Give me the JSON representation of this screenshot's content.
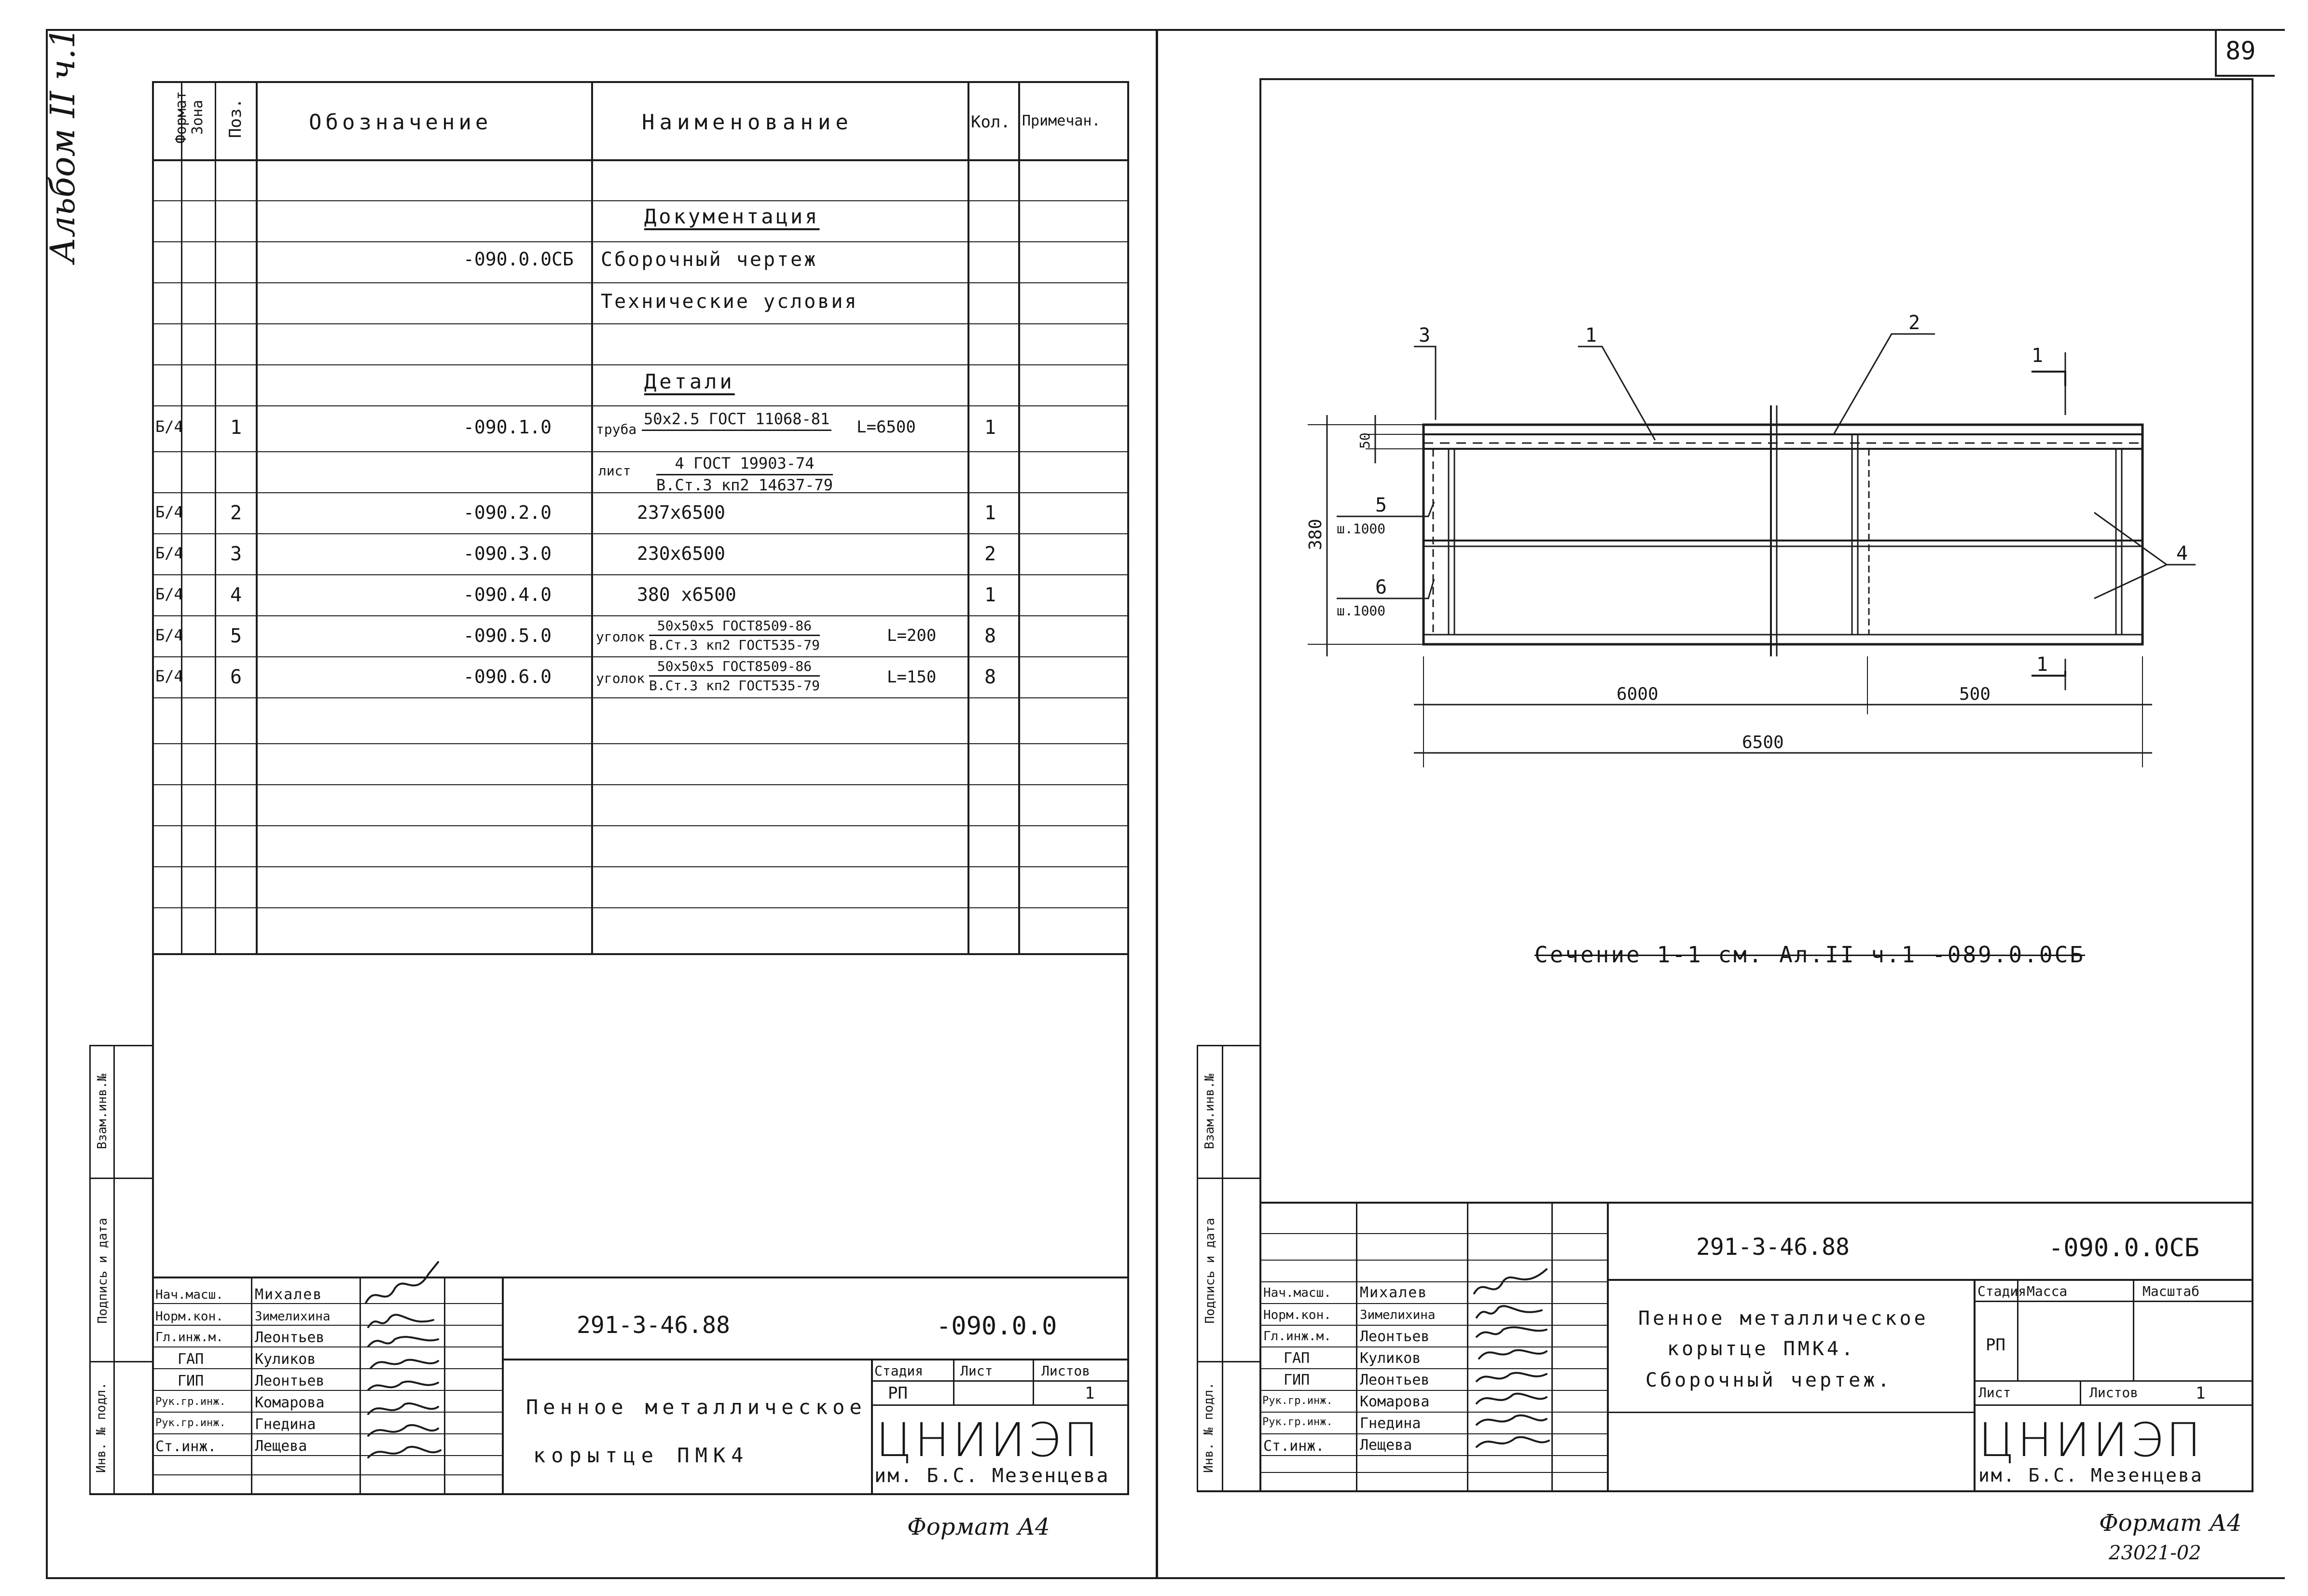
{
  "page_number": "89",
  "album_label": "Альбом II ч.1",
  "stamp_number": "23021-02",
  "left_sheet": {
    "spec_headers": {
      "format": "Формат",
      "zone": "Зона",
      "pos": "Поз.",
      "designation": "Обозначение",
      "name": "Наименование",
      "qty": "Кол.",
      "note": "Примечан."
    },
    "sections": {
      "documentation": "Документация",
      "details": "Детали"
    },
    "doc_rows": [
      {
        "designation": "-090.0.0СБ",
        "name": "Сборочный чертеж"
      },
      {
        "designation": "",
        "name": "Технические условия"
      }
    ],
    "detail_rows": [
      {
        "format": "Б/4",
        "pos": "1",
        "designation": "-090.1.0",
        "name_prefix": "труба",
        "frac_top": "50x2.5 ГОСТ 11068-81",
        "frac_bottom": "",
        "name_suffix": "L=6500",
        "qty": "1"
      },
      {
        "format": "",
        "pos": "",
        "designation": "",
        "name_prefix": "лист",
        "frac_top": "4 ГОСТ 19903-74",
        "frac_bottom": "В.Ст.3 кп2 14637-79",
        "name_suffix": "",
        "qty": ""
      },
      {
        "format": "Б/4",
        "pos": "2",
        "designation": "-090.2.0",
        "name_prefix": "237x6500",
        "frac_top": "",
        "frac_bottom": "",
        "name_suffix": "",
        "qty": "1"
      },
      {
        "format": "Б/4",
        "pos": "3",
        "designation": "-090.3.0",
        "name_prefix": "230x6500",
        "frac_top": "",
        "frac_bottom": "",
        "name_suffix": "",
        "qty": "2"
      },
      {
        "format": "Б/4",
        "pos": "4",
        "designation": "-090.4.0",
        "name_prefix": "380 x6500",
        "frac_top": "",
        "frac_bottom": "",
        "name_suffix": "",
        "qty": "1"
      },
      {
        "format": "Б/4",
        "pos": "5",
        "designation": "-090.5.0",
        "name_prefix": "уголок",
        "frac_top": "50x50x5 ГОСТ8509-86",
        "frac_bottom": "В.Ст.3 кп2 ГОСТ535-79",
        "name_suffix": "L=200",
        "qty": "8"
      },
      {
        "format": "Б/4",
        "pos": "6",
        "designation": "-090.6.0",
        "name_prefix": "уголок",
        "frac_top": "50x50x5 ГОСТ8509-86",
        "frac_bottom": "В.Ст.3 кп2 ГОСТ535-79",
        "name_suffix": "L=150",
        "qty": "8"
      }
    ],
    "side_labels": {
      "inv_sub": "Инв. № подл.",
      "sign_date": "Подпись и дата",
      "inv_repl": "Взам.инв.№"
    },
    "title_block": {
      "code": "291-3-46.88",
      "designation": "-090.0.0",
      "title": "Пенное металлическое корытце ПМК4",
      "title_line1": "Пенное металлическое",
      "title_line2": "корытце ПМК4",
      "stage_label": "Стадия",
      "sheet_label": "Лист",
      "sheets_label": "Листов",
      "stage": "РП",
      "sheets": "1",
      "org": "ЦНИИЭП",
      "org_sub": "им. Б.С. Мезенцева",
      "format": "Формат А4",
      "roles": [
        {
          "role": "Нач.масш.",
          "name": "Михалев"
        },
        {
          "role": "Норм.кон.",
          "name": "Зимелихина"
        },
        {
          "role": "Гл.инж.м.",
          "name": "Леонтьев"
        },
        {
          "role": "ГАП",
          "name": "Куликов"
        },
        {
          "role": "ГИП",
          "name": "Леонтьев"
        },
        {
          "role": "Рук.гр.инж.",
          "name": "Комарова"
        },
        {
          "role": "Рук.гр.инж.",
          "name": "Гнедина"
        },
        {
          "role": "Ст.инж.",
          "name": "Лещева"
        }
      ]
    }
  },
  "right_sheet": {
    "section_note": "Сечение 1-1 см. Ал.II ч.1 -089.0.0СБ",
    "drawing": {
      "leaders": [
        "1",
        "2",
        "3",
        "4",
        "5",
        "6"
      ],
      "section_mark": "1",
      "dims": {
        "height": "380",
        "top": "50",
        "len_a": "6000",
        "len_b": "500",
        "total": "6500"
      },
      "pos5_step": "ш.1000",
      "pos6_step": "ш.1000"
    },
    "side_labels": {
      "inv_sub": "Инв. № подл.",
      "sign_date": "Подпись и дата",
      "inv_repl": "Взам.инв.№"
    },
    "title_block": {
      "code": "291-3-46.88",
      "designation": "-090.0.0СБ",
      "title_line1": "Пенное металлическое",
      "title_line2": "корытце ПМК4.",
      "title_line3": "Сборочный чертеж.",
      "stage_label": "Стадия",
      "mass_label": "Масса",
      "scale_label": "Масштаб",
      "stage": "РП",
      "sheet_label": "Лист",
      "sheets_label": "Листов",
      "sheets": "1",
      "org": "ЦНИИЭП",
      "org_sub": "им. Б.С. Мезенцева",
      "format": "Формат А4",
      "roles": [
        {
          "role": "Нач.масш.",
          "name": "Михалев"
        },
        {
          "role": "Норм.кон.",
          "name": "Зимелихина"
        },
        {
          "role": "Гл.инж.м.",
          "name": "Леонтьев"
        },
        {
          "role": "ГАП",
          "name": "Куликов"
        },
        {
          "role": "ГИП",
          "name": "Леонтьев"
        },
        {
          "role": "Рук.гр.инж.",
          "name": "Комарова"
        },
        {
          "role": "Рук.гр.инж.",
          "name": "Гнедина"
        },
        {
          "role": "Ст.инж.",
          "name": "Лещева"
        }
      ]
    }
  }
}
